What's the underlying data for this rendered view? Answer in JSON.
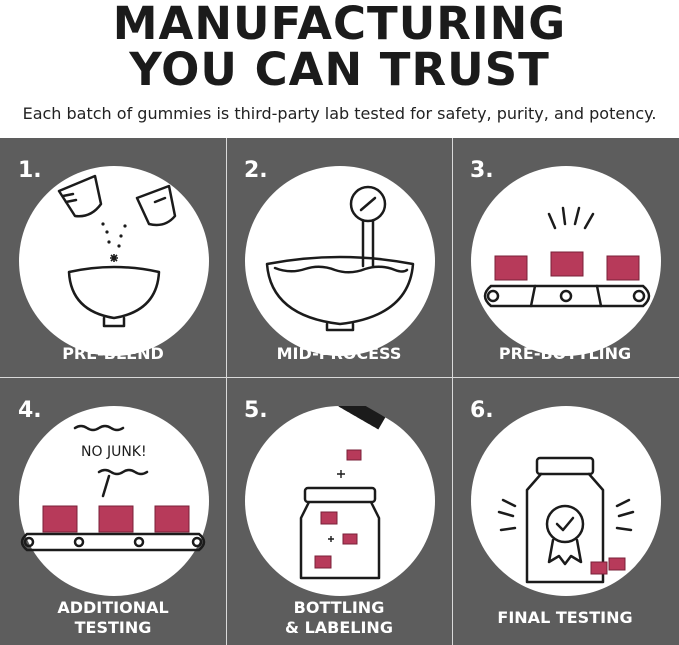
{
  "header": {
    "title_line1": "MANUFACTURING",
    "title_line2": "YOU CAN TRUST",
    "subtitle": "Each batch of gummies is third-party lab tested for safety, purity, and potency."
  },
  "steps": [
    {
      "number": "1.",
      "label_line1": "PRE-BLEND",
      "label_line2": "",
      "icon": "mixing-bowl-icon"
    },
    {
      "number": "2.",
      "label_line1": "MID-PROCESS",
      "label_line2": "",
      "icon": "bowl-thermometer-icon"
    },
    {
      "number": "3.",
      "label_line1": "PRE-BOTTLING",
      "label_line2": "",
      "icon": "conveyor-inspection-icon"
    },
    {
      "number": "4.",
      "label_line1": "ADDITIONAL",
      "label_line2": "TESTING",
      "icon": "conveyor-no-junk-icon",
      "bubble_text": "NO JUNK!"
    },
    {
      "number": "5.",
      "label_line1": "BOTTLING",
      "label_line2": "& LABELING",
      "icon": "bottle-filling-icon"
    },
    {
      "number": "6.",
      "label_line1": "FINAL TESTING",
      "label_line2": "",
      "icon": "certified-bottle-icon"
    }
  ],
  "colors": {
    "background": "#5d5d5d",
    "gummy": "#b73a5a",
    "ink": "#1b1b1b"
  }
}
